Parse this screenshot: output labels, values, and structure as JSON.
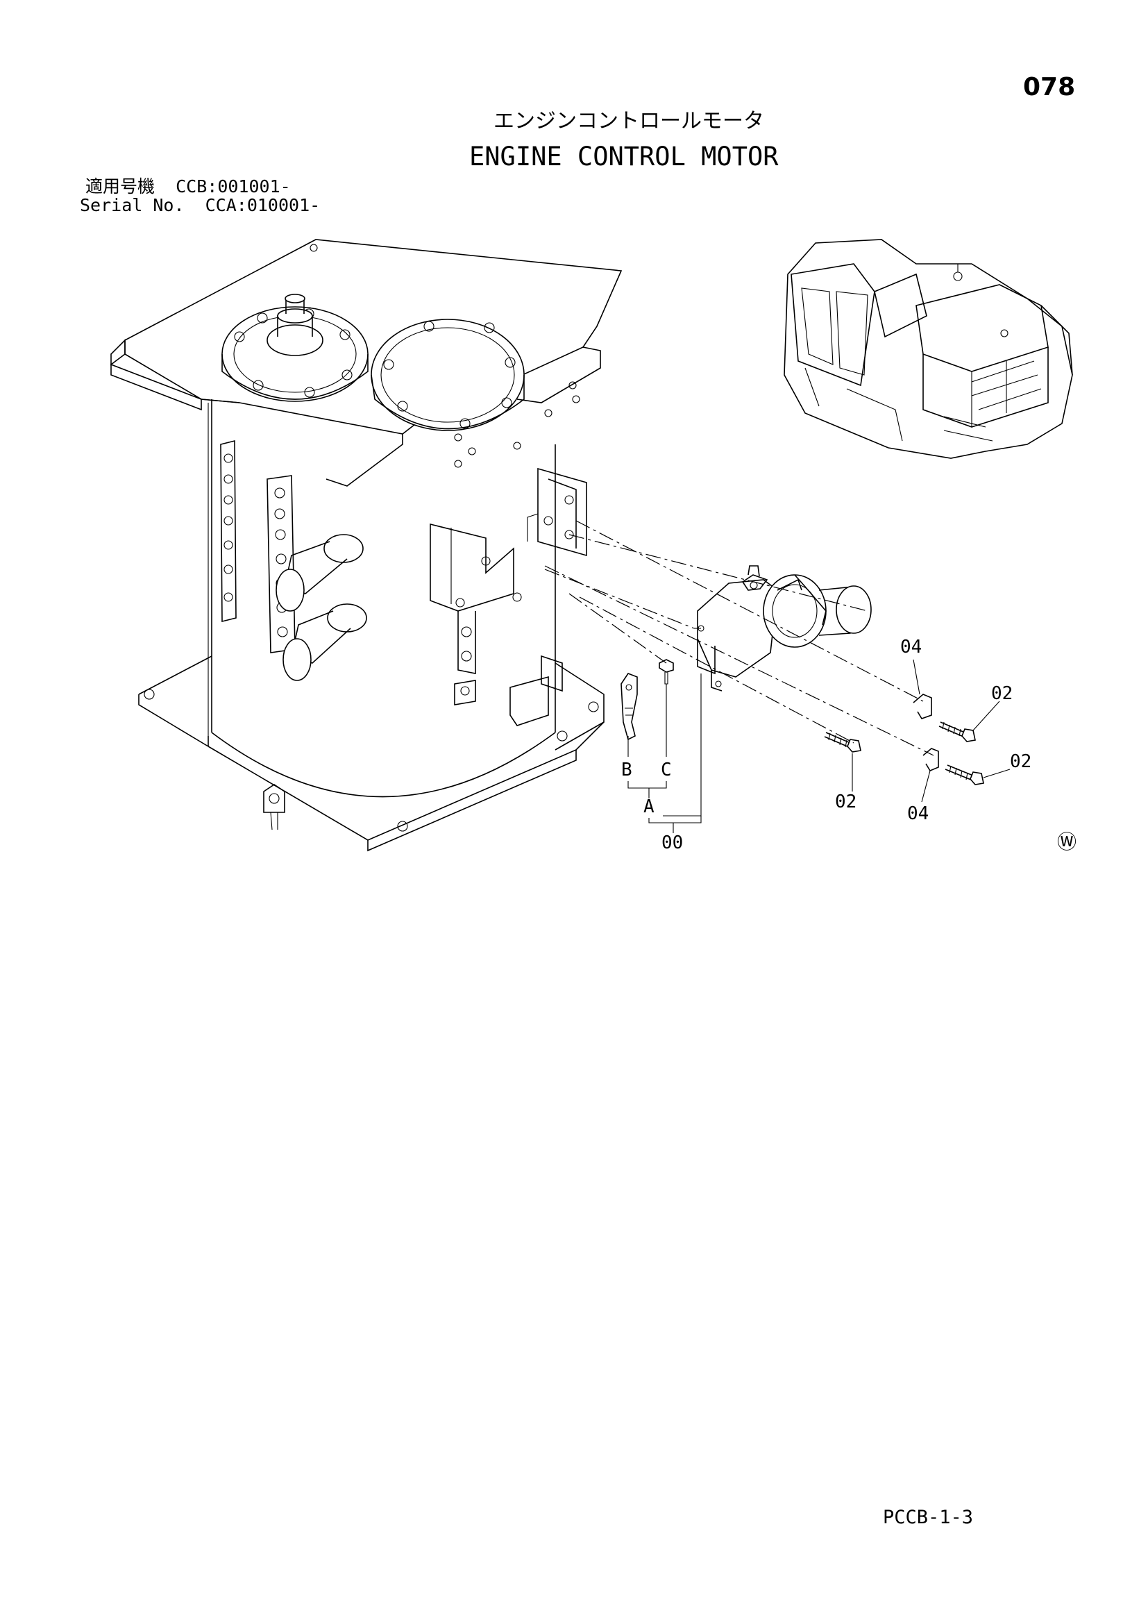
{
  "page_number": "078",
  "title_jp": "エンジンコントロールモータ",
  "title_en": "ENGINE CONTROL MOTOR",
  "serial": {
    "label_jp": "適用号機",
    "value_1": "CCB:001001-",
    "label_en": "Serial No.",
    "value_2": "CCA:010001-"
  },
  "callouts": {
    "c04_top": "04",
    "c02_top": "02",
    "c02_mid": "02",
    "c02_right": "02",
    "c04_bottom": "04",
    "b": "B",
    "c": "C",
    "a": "A",
    "c00": "00"
  },
  "watermark_symbol": "Ⓦ",
  "doc_code": "PCCB-1-3"
}
